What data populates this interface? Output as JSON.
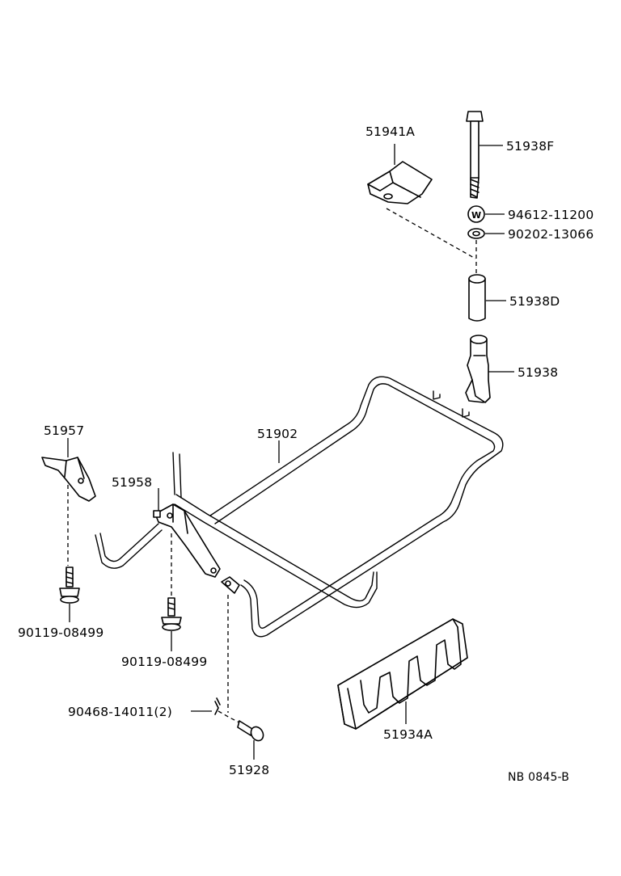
{
  "parts": {
    "p51941A": "51941A",
    "p51938F": "51938F",
    "p94612": "94612-11200",
    "p90202": "90202-13066",
    "p51938D": "51938D",
    "p51938": "51938",
    "p51957": "51957",
    "p51902": "51902",
    "p51958": "51958",
    "p90119a": "90119-08499",
    "p90119b": "90119-08499",
    "p90468": "90468-14011(2)",
    "p51928": "51928",
    "p51934A": "51934A"
  },
  "washer_mark": "W",
  "diagram_code": "NB 0845-B"
}
